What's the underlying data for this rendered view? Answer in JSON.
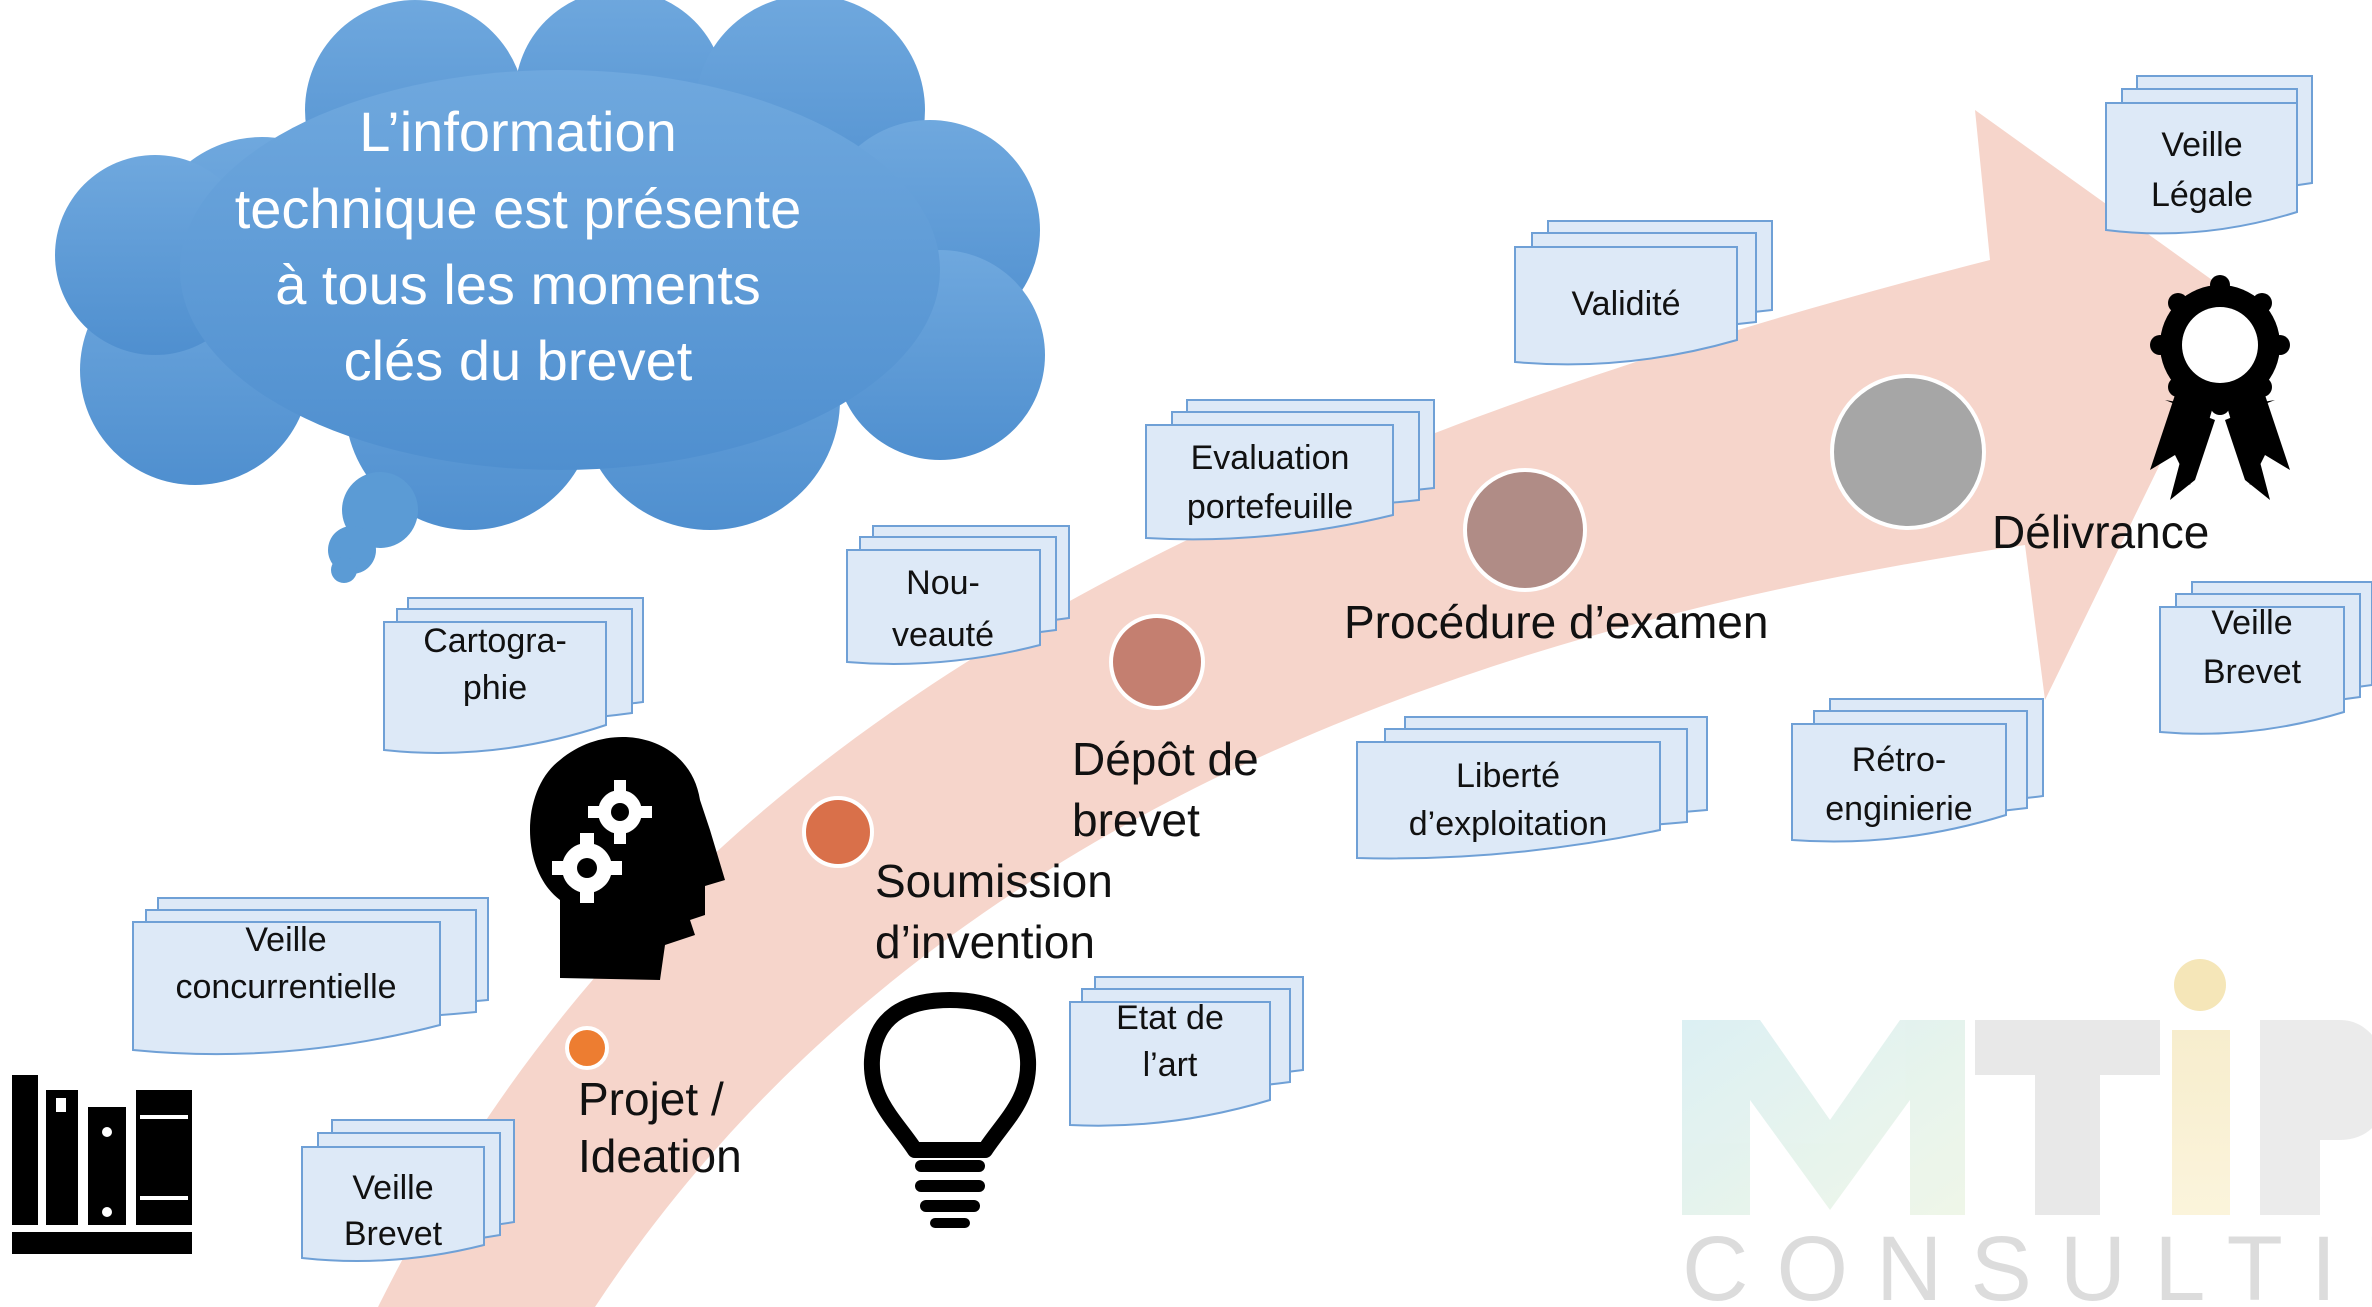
{
  "cloud": {
    "lines": [
      "L’information",
      "technique est présente",
      "à tous les moments",
      "clés du brevet"
    ]
  },
  "stages": {
    "projet": [
      "Projet /",
      "Ideation"
    ],
    "soumission": [
      "Soumission",
      "d’invention"
    ],
    "depot": [
      "Dépôt de",
      "brevet"
    ],
    "procedure": [
      "Procédure d’examen"
    ],
    "delivrance": [
      "Délivrance"
    ]
  },
  "docs": {
    "cartographie": [
      "Cartogra-",
      "phie"
    ],
    "veille_concurrentielle": [
      "Veille",
      "concurrentielle"
    ],
    "veille_brevet_bottom": [
      "Veille",
      "Brevet"
    ],
    "nouveaute": [
      "Nou-",
      "veauté"
    ],
    "evaluation": [
      "Evaluation",
      "portefeuille"
    ],
    "validite": [
      "Validité"
    ],
    "etat_art": [
      "Etat de",
      "l’art"
    ],
    "liberte": [
      "Liberté",
      "d’exploitation"
    ],
    "retro": [
      "Rétro-",
      "enginierie"
    ],
    "veille_legale": [
      "Veille",
      "Légale"
    ],
    "veille_brevet_right": [
      "Veille",
      "Brevet"
    ]
  },
  "watermark": {
    "letters": [
      "M",
      "T",
      "I",
      "P"
    ],
    "subtitle": "CONSULTING"
  },
  "colors": {
    "arrow": "#f6d5cb",
    "doc_fill": "#dde9f7",
    "doc_stroke": "#6fa0d6",
    "cloud": "#5b9bd5",
    "dot_projet": "#ed7d31",
    "dot_soumission": "#d9704a",
    "dot_depot": "#c47f70",
    "dot_procedure": "#b08c86",
    "dot_delivrance": "#a6a6a6"
  }
}
